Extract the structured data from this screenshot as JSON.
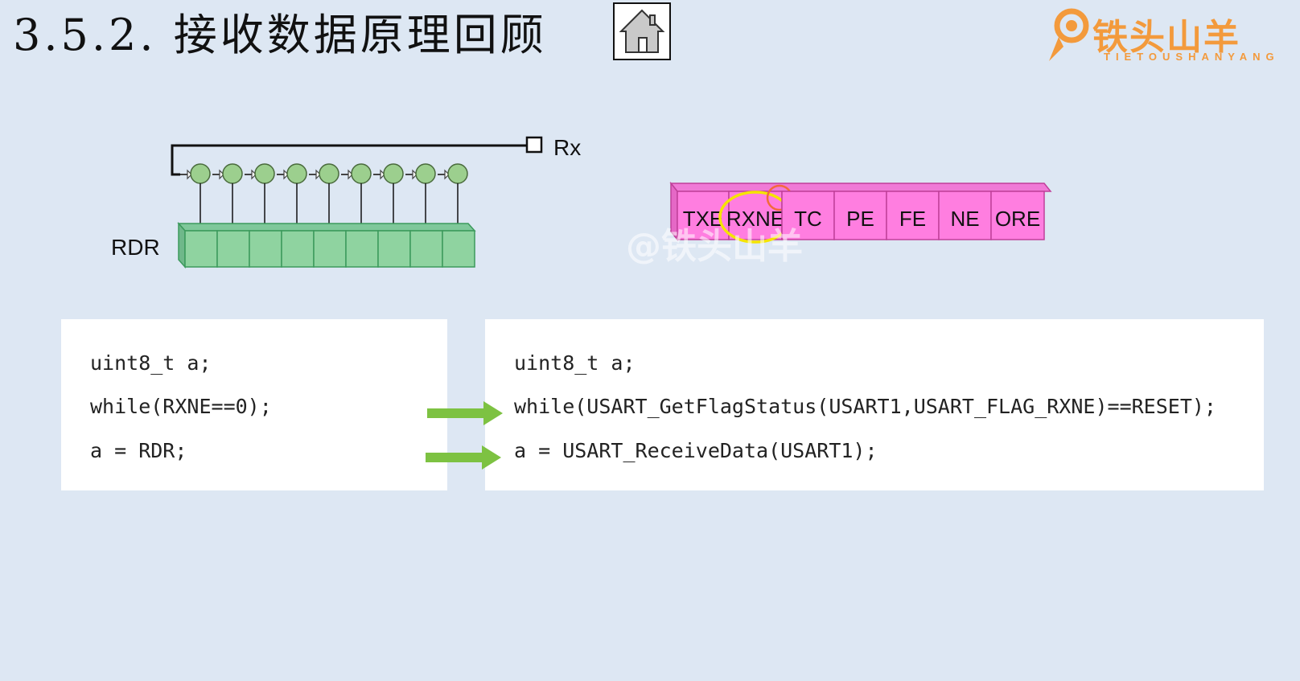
{
  "slide": {
    "title": "3.5.2.  接收数据原理回顾"
  },
  "logo": {
    "brand": "铁头山羊",
    "subtitle": "TIETOUSHANYANG"
  },
  "watermark": "@铁头山羊",
  "diagram": {
    "rx_label": "Rx",
    "rdr_label": "RDR",
    "flags": [
      "TXE",
      "RXNE",
      "TC",
      "PE",
      "FE",
      "NE",
      "ORE"
    ],
    "highlighted_flag": "RXNE"
  },
  "code_left": {
    "lines": [
      "uint8_t a;",
      "while(RXNE==0);",
      "a = RDR;"
    ]
  },
  "code_right": {
    "lines": [
      "uint8_t a;",
      "while(USART_GetFlagStatus(USART1,USART_FLAG_RXNE)==RESET);",
      "a = USART_ReceiveData(USART1);"
    ]
  },
  "colors": {
    "background": "#dde7f3",
    "shift_register": "#9ccf8e",
    "rdr_fill": "#8fd3a0",
    "status_register": "#ff7ee0",
    "highlight": "#f5e400",
    "arrow": "#7dc242",
    "logo": "#f39a3c"
  },
  "icons": [
    "home-icon"
  ]
}
